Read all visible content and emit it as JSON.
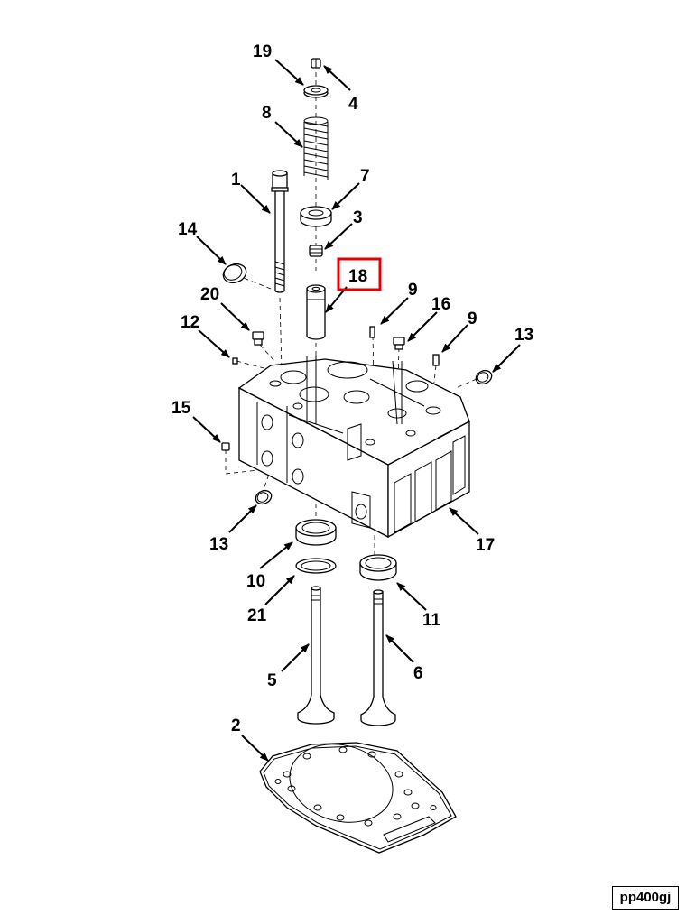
{
  "callouts": {
    "c1": "1",
    "c2": "2",
    "c3": "3",
    "c4": "4",
    "c5": "5",
    "c6": "6",
    "c7": "7",
    "c8": "8",
    "c9a": "9",
    "c9b": "9",
    "c10": "10",
    "c11": "11",
    "c12": "12",
    "c13a": "13",
    "c13b": "13",
    "c14": "14",
    "c15": "15",
    "c16": "16",
    "c17": "17",
    "c18": "18",
    "c19": "19",
    "c20": "20",
    "c21": "21"
  },
  "highlighted_callout": "18",
  "highlight_color": "#e00000",
  "reference_code": "pp400gj"
}
